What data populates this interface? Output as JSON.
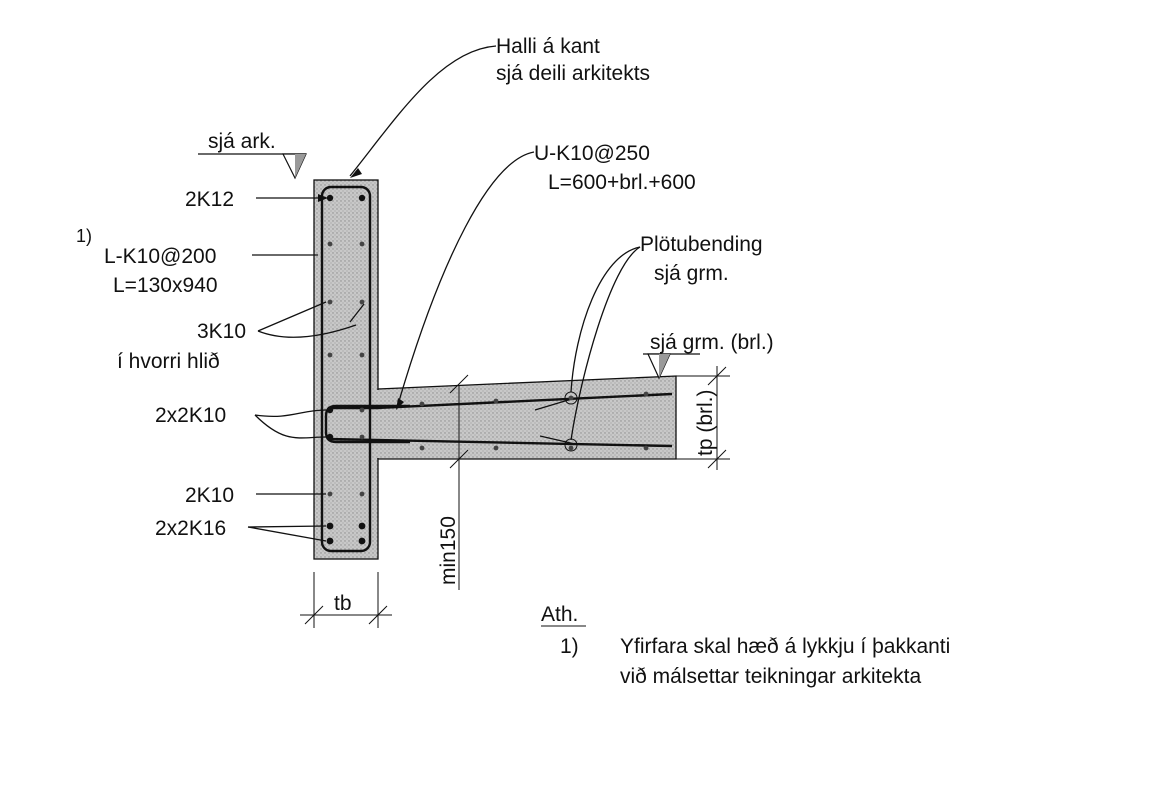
{
  "drawing": {
    "labels": {
      "halli_line1": "Halli á kant",
      "halli_line2": "sjá deili arkitekts",
      "sja_ark": "sjá ark.",
      "rebar_2k12": "2K12",
      "note_ref_1": "1)",
      "lk10_line1": "L-K10@200",
      "lk10_line2": "L=130x940",
      "rebar_3k10": "3K10",
      "i_hvorri_hlid": "í hvorri hlið",
      "rebar_2x2k10": "2x2K10",
      "rebar_2k10": "2K10",
      "rebar_2x2k16": "2x2K16",
      "uk10_line1": "U-K10@250",
      "uk10_line2": "L=600+brl.+600",
      "plotubending_line1": "Plötubending",
      "plotubending_line2": "sjá grm.",
      "sja_grm_brl": "sjá grm. (brl.)",
      "tp_brl": "tp (brl.)",
      "min150": "min150",
      "tb": "tb"
    },
    "notes": {
      "heading": "Ath.",
      "items": [
        {
          "number": "1)",
          "line1": "Yfirfara skal hæð á lykkju í þakkanti",
          "line2": "við málsettar teikningar arkitekta"
        }
      ]
    },
    "colors": {
      "concrete": "#c8c8c8",
      "ink": "#111111",
      "level_marker": "#9a9a9a"
    }
  }
}
